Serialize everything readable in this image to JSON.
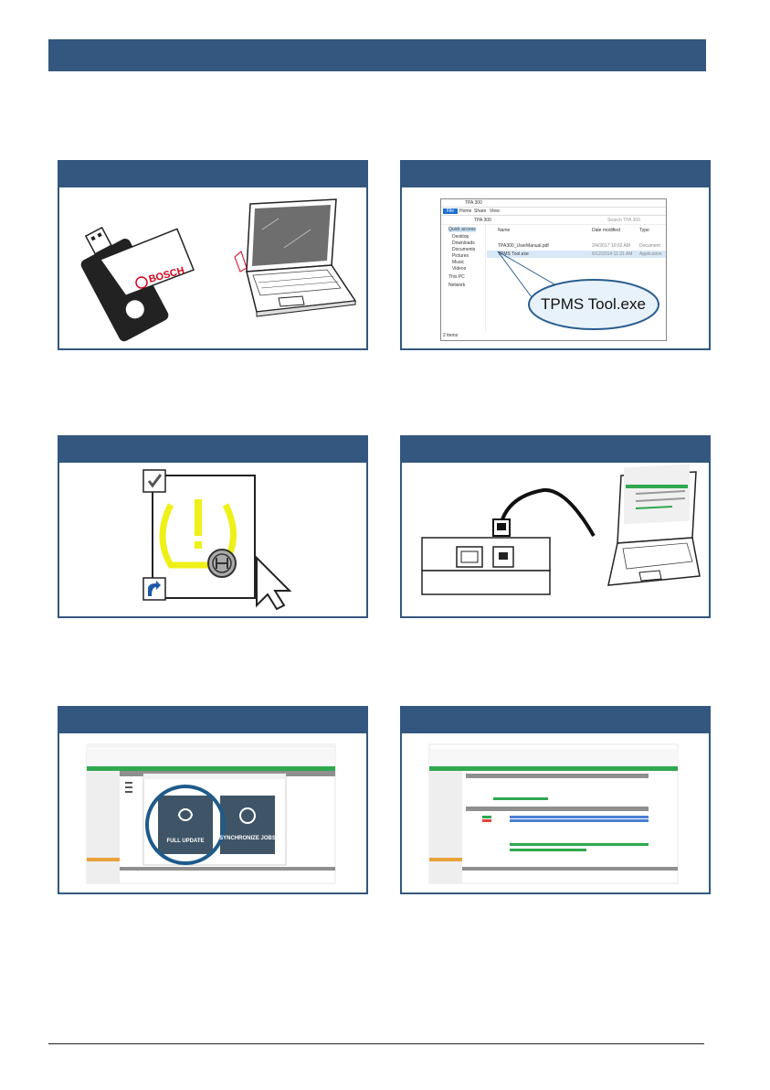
{
  "panel2": {
    "filename": "TPMS Tool.exe",
    "explorer": {
      "window_title": "TPA 300",
      "tabs": [
        "File",
        "Home",
        "Share",
        "View"
      ],
      "address": "TPA 300",
      "search_placeholder": "Search TPA 300",
      "columns": [
        "Name",
        "Date modified",
        "Type"
      ],
      "files": [
        {
          "name": "TPA300_UserManual.pdf",
          "date": "2/4/2017 10:02 AM",
          "type": "Document"
        },
        {
          "name": "TPMS Tool.exe",
          "date": "6/12/2014 11:31 AM",
          "type": "Application"
        }
      ],
      "nav_items": [
        "Quick access",
        "Desktop",
        "Downloads",
        "Documents",
        "Pictures",
        "Music",
        "Videos",
        "This PC",
        "Network"
      ],
      "status": "2 items"
    }
  },
  "panel5": {
    "buttons": [
      "FULL UPDATE",
      "SYNCHRONIZE JOBS"
    ]
  },
  "colors": {
    "brand_blue": "#33577f",
    "tpms_yellow": "#eef01a",
    "bosch_red": "#d6001c",
    "green": "#2fa84f"
  }
}
